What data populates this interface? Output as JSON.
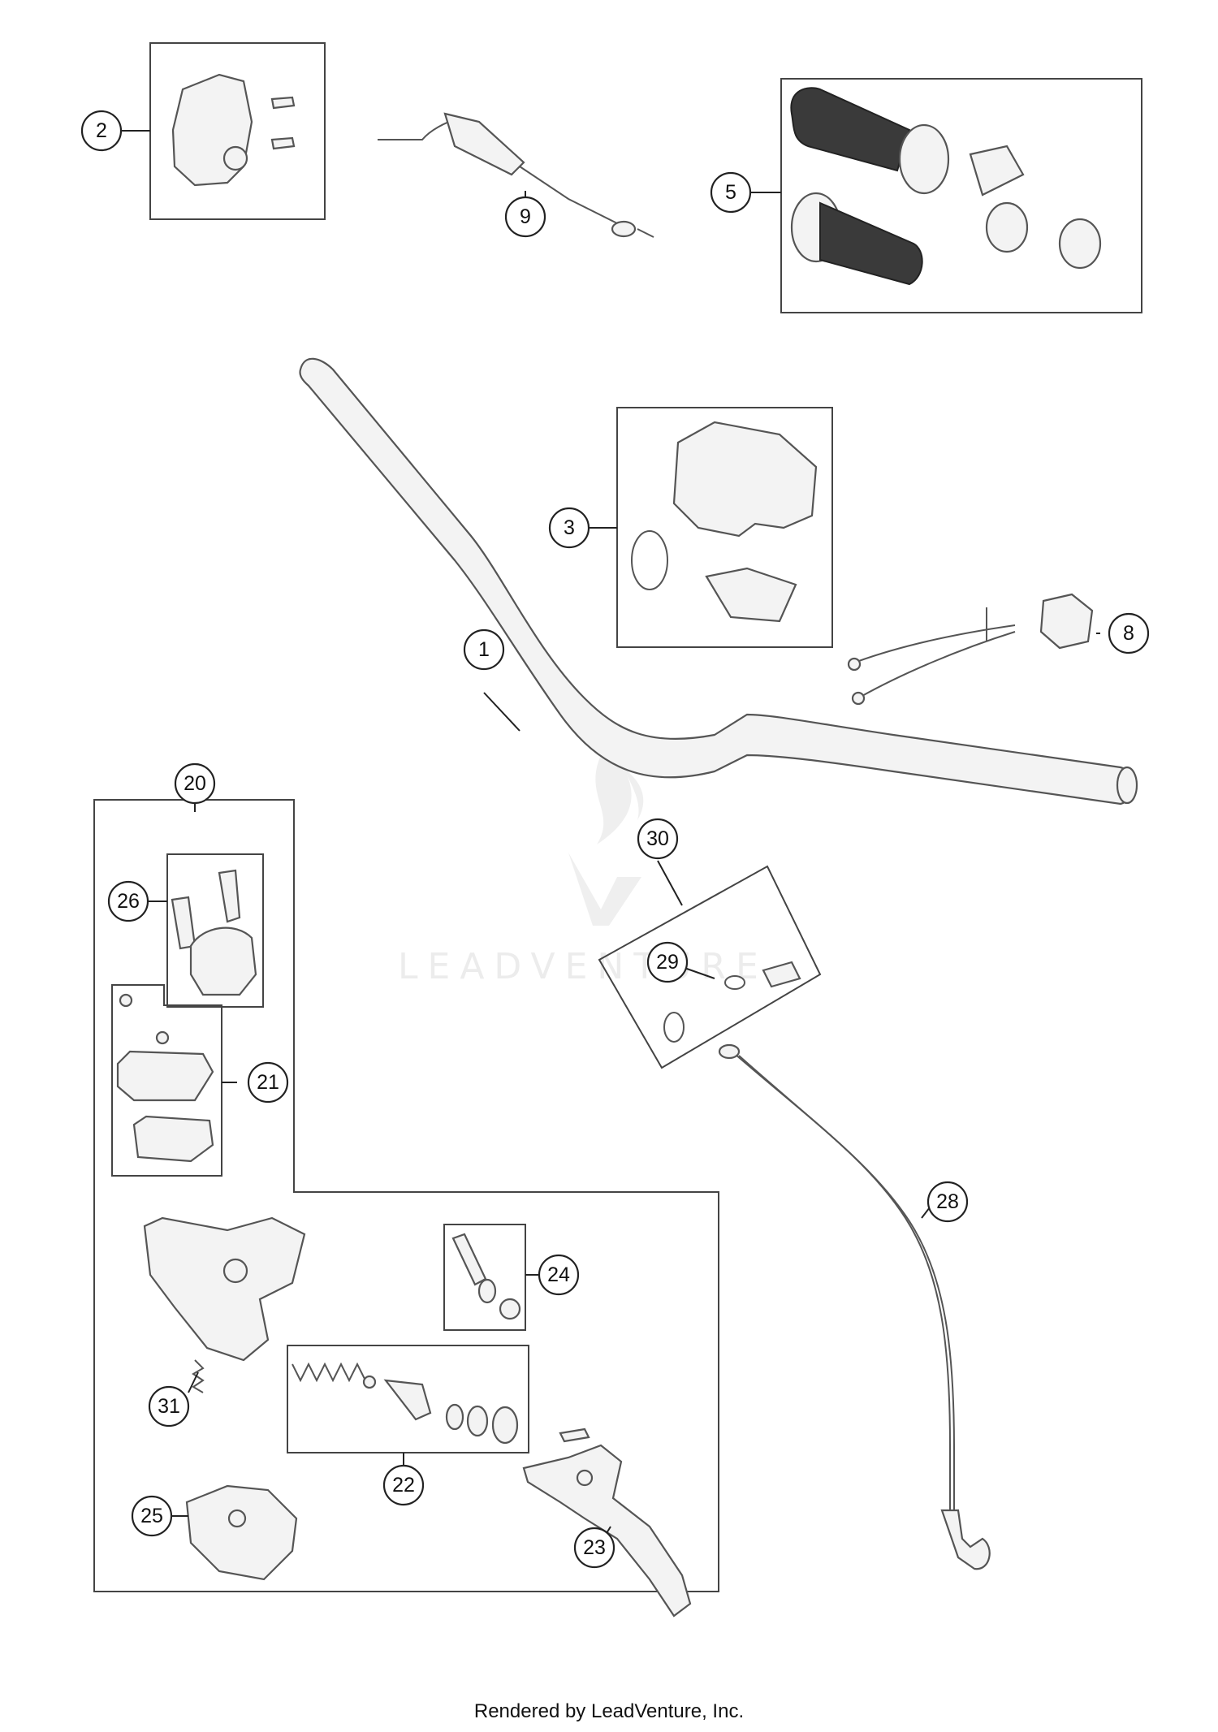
{
  "watermark": {
    "text": "LEADVENTURE",
    "logo_icon": "leadventure-flame-logo"
  },
  "callouts": {
    "c1": "1",
    "c2": "2",
    "c3": "3",
    "c5": "5",
    "c8": "8",
    "c9": "9",
    "c20": "20",
    "c21": "21",
    "c22": "22",
    "c23": "23",
    "c24": "24",
    "c25": "25",
    "c26": "26",
    "c28": "28",
    "c29": "29",
    "c30": "30",
    "c31": "31"
  },
  "footer": {
    "text": "Rendered by LeadVenture, Inc."
  }
}
